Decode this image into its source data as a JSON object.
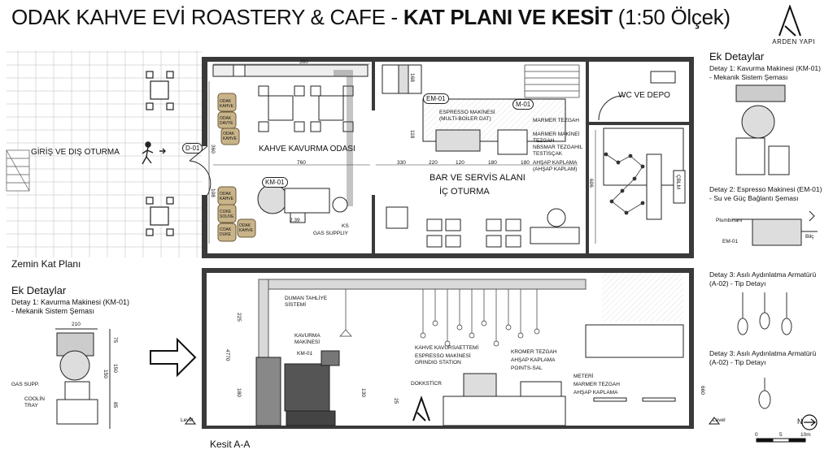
{
  "title": {
    "normal": "ODAK KAHVE EVİ ROASTERY & CAFE - ",
    "bold": "KAT PLANI VE KESİT",
    "scale": " (1:50 Ölçek)"
  },
  "brand": {
    "name": "ARDEN YAPI"
  },
  "plan": {
    "caption": "Zemin Kat Planı",
    "outdoor_label": "GİRİŞ VE DIŞ OTURMA",
    "door_tag": "D-01",
    "roast_room": "KAHVE KAVURMA ODASI",
    "machine_tag": "KM-01",
    "em_tag": "EM-01",
    "m_tag": "M-01",
    "wc": "WC VE DEPO",
    "bar_title_1": "BAR VE SERVİS ALANI",
    "bar_title_2": "İÇ OTURMA",
    "espresso_1": "ESPRESSO MAKİNESİ",
    "espresso_2": "(MULTİ-BOİLER DAT)",
    "marble_1": "MARMER TEZGAH",
    "marble_2": "MARMER MAKİNEİ",
    "marble_3": "TEZGAH",
    "marble_4": "NBSMAR TEZGAHIL",
    "marble_5": "TESTİSÇAK",
    "wood_1": "AHŞAP KAPLAMA",
    "wood_2": "(AHŞAP KAPLAM)",
    "ks": "KS",
    "gas": "GAS SUPPLIY",
    "bags": [
      "ODAK KAHVE",
      "ODAK DAVYE",
      "ODAK KAHVE",
      "ODAK KAHVE",
      "COKE SOUVE",
      "COAK DUKE",
      "ODAK KAHVE"
    ],
    "dims": [
      "360",
      "360",
      "760",
      "330",
      "220",
      "120",
      "180",
      "180",
      "108",
      "168",
      "118",
      "606",
      "2.39"
    ],
    "dishwasher": "ÇBLM"
  },
  "section": {
    "caption": "Kesit A-A",
    "level_left": "Level",
    "level_right": "Level",
    "dim_total": "4770",
    "dim_top": "225",
    "dim_mid": "180",
    "dim_bot": "130",
    "dim_right": "660",
    "exhaust_1": "DUMAN TAHLİYE",
    "exhaust_2": "SİSTEMİ",
    "roaster_1": "KAVURMA",
    "roaster_2": "MAKİNESİ",
    "roaster_3": "KM-01",
    "storage": "KAHVE KAVURSAETTEMİ",
    "espresso_1": "ESPRESSO MAKİNESİ",
    "espresso_2": "GRINDIG STATION",
    "counter_1": "KROMER TEZGAH",
    "counter_2": "AHŞAP KAPLAMA",
    "counter_3": "POINTS-SAL",
    "dkks": "DOKKSTİCR",
    "meteri": "METERİ",
    "marble": "MARMER TEZGAH",
    "wood": "AHŞAP KAPLAMA",
    "d25": "25"
  },
  "left_details": {
    "heading": "Ek Detaylar",
    "d1_line1": "Detay 1: Kavurma Makinesi (KM-01)",
    "d1_line2": "- Mekanik Sistem Şeması",
    "dim_w": "210",
    "dim_h1": "75",
    "dim_h2": "150",
    "dim_h3": "150",
    "dim_h4": "85",
    "gas": "GAS SUPP.",
    "cooling_1": "COOLİN",
    "cooling_2": "TRAY"
  },
  "right_details": {
    "heading": "Ek Detaylar",
    "d1_line1": "Detay 1: Kavurma Makinesi (KM-01)",
    "d1_line2": "- Mekanik Sistem Şeması",
    "d2_line1": "Detay 2: Espresso Makinesi (EM-01)",
    "d2_line2": "- Su ve Güç Bağlantı Şeması",
    "plumbing": "Plumbinanı",
    "em_tag": "EM-01",
    "bilc": "Bilç",
    "d3a_line1": "Detay 3: Asılı Aydınlatma Armatürü",
    "d3a_line2": "(A-02) - Tip Detayı",
    "d3b_line1": "Detay 3: Asılı Aydınlatma Armatürü",
    "d3b_line2": "(A-02) - Tip Detayı",
    "north": "N",
    "scale_0": "0",
    "scale_5": "5",
    "scale_unit": "10m"
  }
}
